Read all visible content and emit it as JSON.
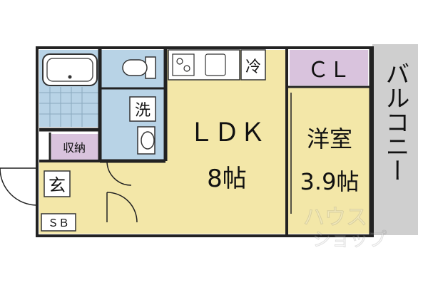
{
  "rooms": {
    "ldk": {
      "name": "ＬＤＫ",
      "size": "8帖"
    },
    "western": {
      "name": "洋室",
      "size": "3.9帖"
    },
    "closet": {
      "name": "ＣＬ"
    },
    "balcony": {
      "name": "バルコニー"
    },
    "storage": {
      "name": "収納"
    },
    "entrance": {
      "name": "玄"
    },
    "laundry": {
      "name": "洗"
    },
    "fridge": {
      "name": "冷"
    },
    "shoebox": {
      "name": "ＳＢ"
    }
  },
  "watermark": {
    "line1": "ハウス",
    "line2": "ショップ"
  },
  "colors": {
    "wet_area": "#b8d3e6",
    "living_floor": "#f3e7a8",
    "closet": "#d9c3dd",
    "balcony": "#cfcfcf",
    "wall": "#222222"
  }
}
